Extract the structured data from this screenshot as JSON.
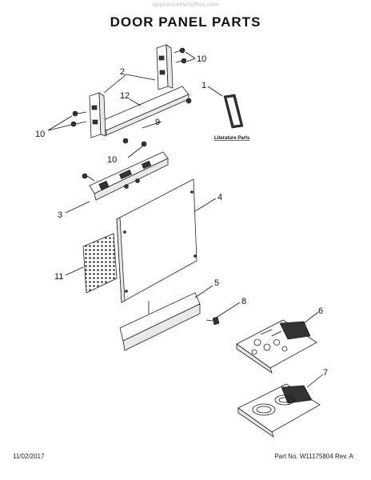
{
  "watermark": "AppliancePartsPros.com",
  "title": "DOOR PANEL PARTS",
  "footer": {
    "date": "11/02/2017",
    "part_info": "Part No. W11175804  Rev. A"
  },
  "literature_label": "Literature Parts",
  "callouts": {
    "c1": "1",
    "c2": "2",
    "c3": "3",
    "c4": "4",
    "c5": "5",
    "c6": "6",
    "c7": "7",
    "c8": "8",
    "c9": "9",
    "c10a": "10",
    "c10b": "10",
    "c10c": "10",
    "c11": "11",
    "c12": "12"
  }
}
